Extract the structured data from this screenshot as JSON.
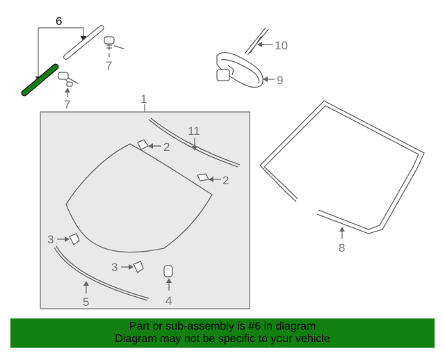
{
  "callouts": {
    "c1": "1",
    "c2a": "2",
    "c2b": "2",
    "c3a": "3",
    "c3b": "3",
    "c4": "4",
    "c5": "5",
    "c6": "6",
    "c7a": "7",
    "c7b": "7",
    "c8": "8",
    "c9": "9",
    "c10": "10",
    "c11": "11"
  },
  "colors": {
    "highlight": "#118011",
    "banner": "#118011",
    "line": "#666666",
    "panel": "#e9e9e9"
  },
  "highlighted_part": "6",
  "banner": {
    "line1": "Part or sub-assembly is #6 in diagram",
    "line2": "Diagram may not be specific to your vehicle"
  }
}
